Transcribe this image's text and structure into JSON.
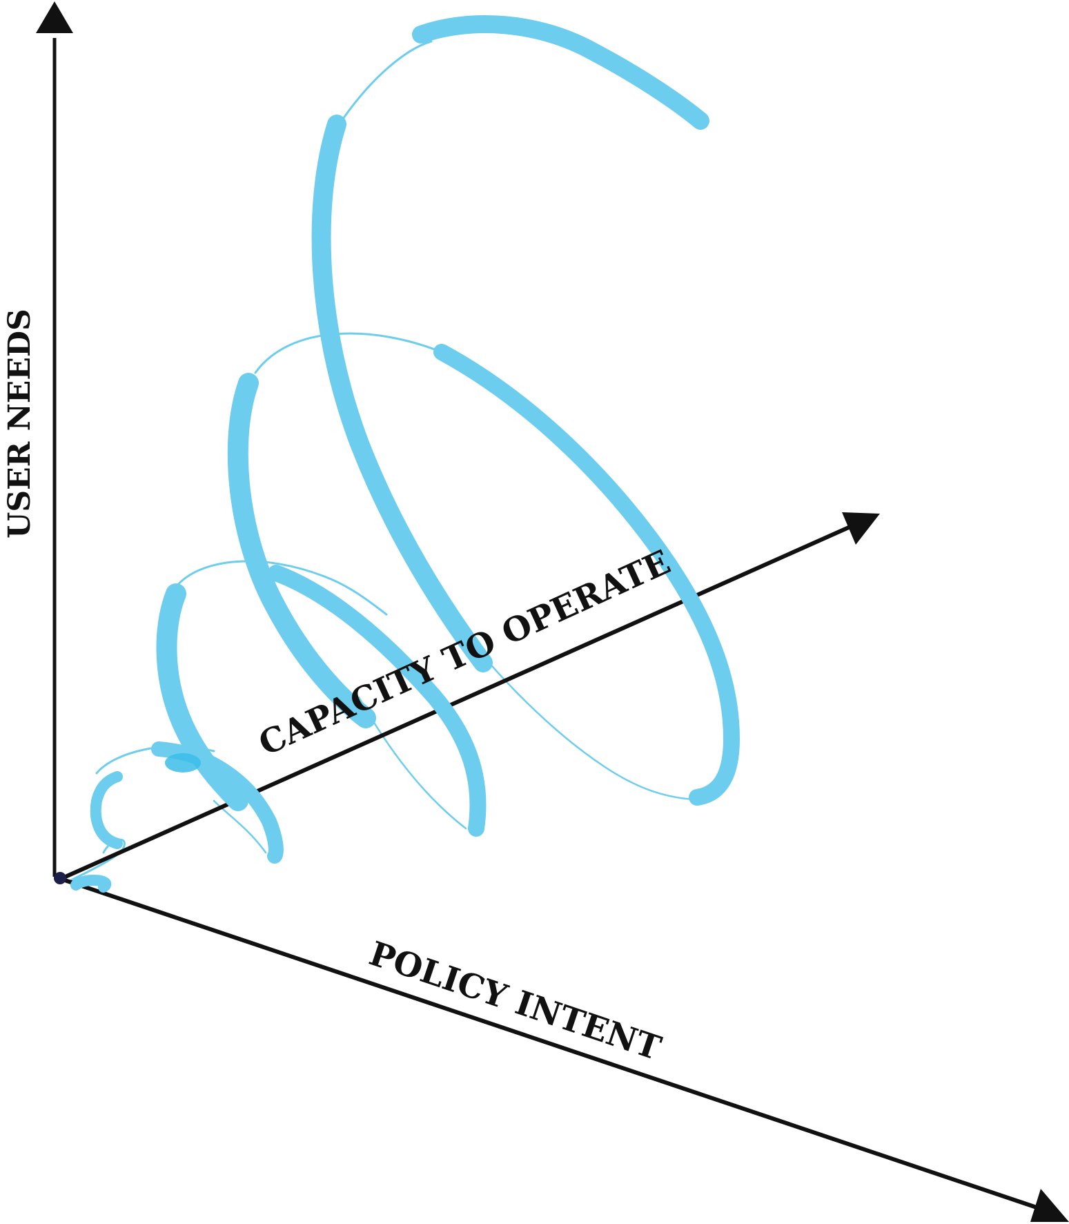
{
  "axes": {
    "vertical_label": "USER NEEDS",
    "diagonal_up_label": "CAPACITY TO OPERATE",
    "diagonal_down_label": "POLICY INTENT"
  },
  "colors": {
    "axis": "#111111",
    "spiral": "#6dcdee",
    "spiral_overlap": "#3bbde8",
    "origin_dot": "#1b1f4a"
  }
}
